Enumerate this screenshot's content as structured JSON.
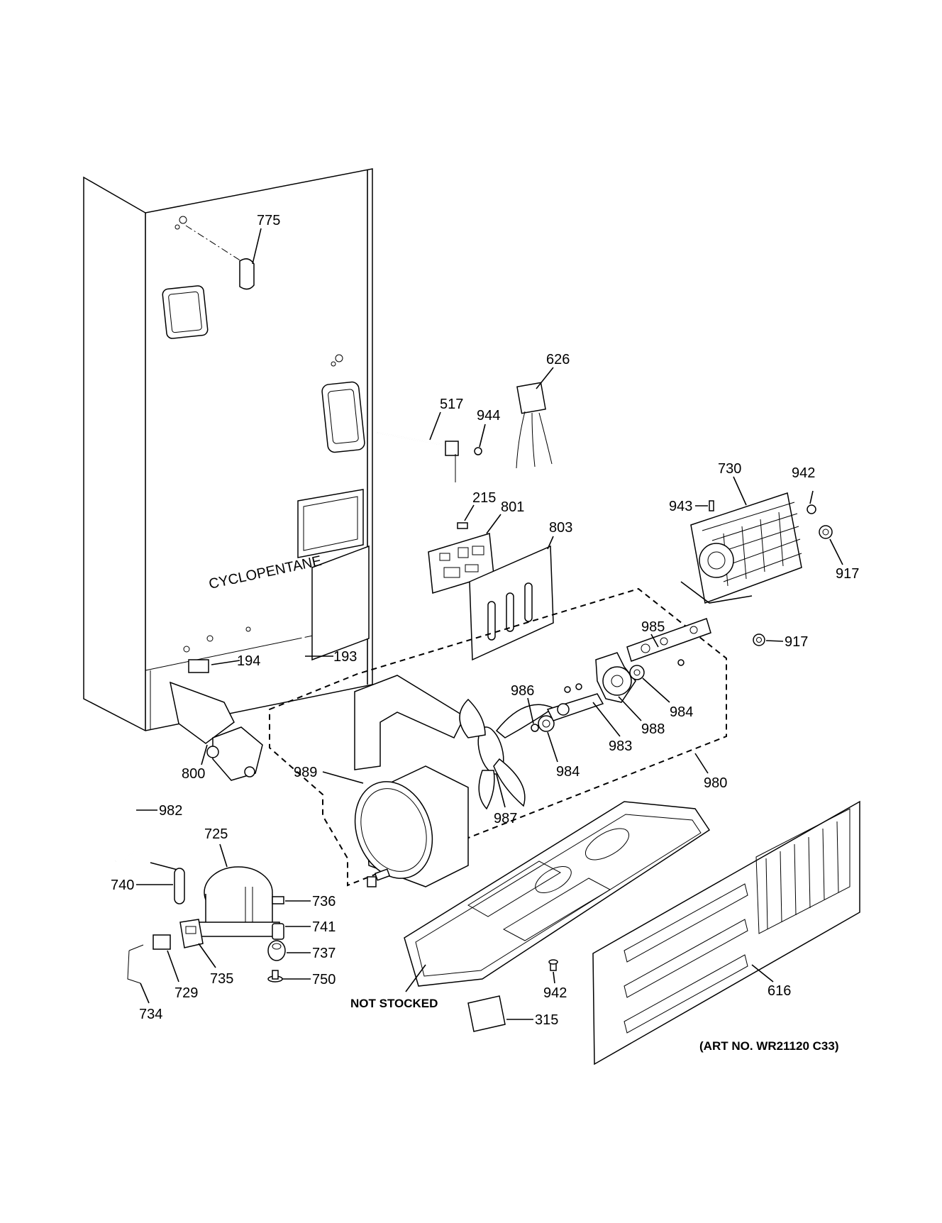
{
  "diagram": {
    "cabinet_label": "CYCLOPENTANE",
    "not_stocked_label": "NOT STOCKED",
    "art_number": "(ART NO. WR21120 C33)",
    "callouts": {
      "c775": "775",
      "c626": "626",
      "c517": "517",
      "c944": "944",
      "c215": "215",
      "c801": "801",
      "c803": "803",
      "c730": "730",
      "c942a": "942",
      "c943": "943",
      "c917a": "917",
      "c917b": "917",
      "c194": "194",
      "c193": "193",
      "c985": "985",
      "c986": "986",
      "c984a": "984",
      "c984b": "984",
      "c983": "983",
      "c988": "988",
      "c980": "980",
      "c989": "989",
      "c987": "987",
      "c800": "800",
      "c982": "982",
      "c725": "725",
      "c740": "740",
      "c736": "736",
      "c741": "741",
      "c737": "737",
      "c735": "735",
      "c750": "750",
      "c729": "729",
      "c734": "734",
      "c942b": "942",
      "c315": "315",
      "c616": "616"
    }
  }
}
